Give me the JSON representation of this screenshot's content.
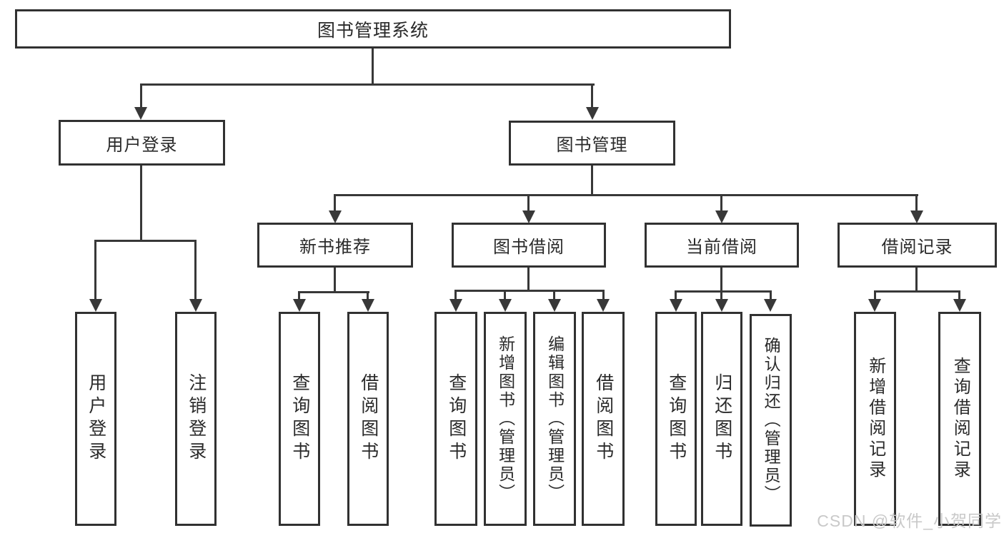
{
  "colors": {
    "background": "#ffffff",
    "line": "#383838",
    "box_border": "#313131",
    "text": "#2a2a2a",
    "watermark": "#c9c9c9"
  },
  "nodes": {
    "root": {
      "label": "图书管理系统"
    },
    "branches": [
      {
        "label": "用户登录",
        "children": [
          {
            "label": "用户登录"
          },
          {
            "label": "注销登录"
          }
        ]
      },
      {
        "label": "图书管理",
        "children": [
          {
            "label": "新书推荐",
            "children": [
              {
                "label": "查询图书"
              },
              {
                "label": "借阅图书"
              }
            ]
          },
          {
            "label": "图书借阅",
            "children": [
              {
                "label": "查询图书"
              },
              {
                "label": "新增图书（管理员）"
              },
              {
                "label": "编辑图书（管理员）"
              },
              {
                "label": "借阅图书"
              }
            ]
          },
          {
            "label": "当前借阅",
            "children": [
              {
                "label": "查询图书"
              },
              {
                "label": "归还图书"
              },
              {
                "label": "确认归还（管理员）"
              }
            ]
          },
          {
            "label": "借阅记录",
            "children": [
              {
                "label": "新增借阅记录"
              },
              {
                "label": "查询借阅记录"
              }
            ]
          }
        ]
      }
    ]
  },
  "watermark": {
    "text": "CSDN @软件_小贺同学"
  }
}
